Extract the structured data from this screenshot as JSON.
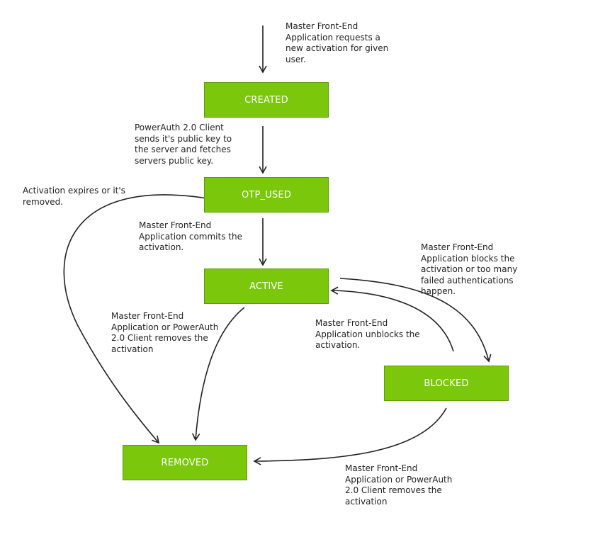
{
  "states": {
    "created": "CREATED",
    "otp_used": "OTP_USED",
    "active": "ACTIVE",
    "blocked": "BLOCKED",
    "removed": "REMOVED"
  },
  "transitions": {
    "request": "Master Front-End\nApplication requests a\nnew activation for given\nuser.",
    "exchange_keys": "PowerAuth 2.0 Client\nsends it's public key to\nthe server and fetches\nservers public key.",
    "commit": "Master Front-End\nApplication commits the\nactivation.",
    "expire": "Activation expires or it's\nremoved.",
    "remove_active": "Master Front-End\nApplication or PowerAuth\n2.0 Client removes the\nactivation",
    "block": "Master Front-End\nApplication blocks the\nactivation or too many\nfailed authentications\nhappen.",
    "unblock": "Master Front-End\nApplication unblocks the\nactivation.",
    "remove_blocked": "Master Front-End\nApplication or PowerAuth\n2.0 Client removes the\nactivation"
  },
  "colors": {
    "state_fill": "#7ac70c",
    "state_text": "#ffffff",
    "arrow": "#222222"
  }
}
